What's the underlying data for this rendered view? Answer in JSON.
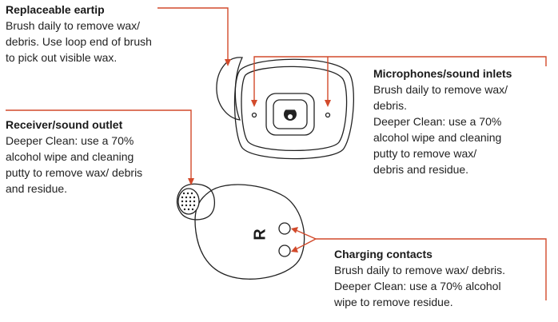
{
  "callouts": {
    "eartip": {
      "title": "Replaceable eartip",
      "lines": [
        "Brush daily to remove wax/",
        "debris. Use loop end of brush",
        "to pick out visible wax."
      ]
    },
    "mics": {
      "title": "Microphones/sound inlets",
      "lines": [
        "Brush daily to remove wax/",
        "debris.",
        "Deeper Clean: use a 70%",
        "alcohol wipe and cleaning",
        "putty to remove wax/",
        "debris and residue."
      ]
    },
    "receiver": {
      "title": "Receiver/sound outlet",
      "lines": [
        "Deeper Clean: use a 70%",
        "alcohol wipe and cleaning",
        "putty to remove wax/ debris",
        "and residue."
      ]
    },
    "contacts": {
      "title": "Charging contacts",
      "lines": [
        "Brush daily to remove wax/ debris.",
        "Deeper Clean: use a 70% alcohol",
        "wipe to remove residue."
      ]
    }
  },
  "earbud_side_label": "R",
  "colors": {
    "leader": "#d24a2b",
    "outline": "#222222"
  }
}
